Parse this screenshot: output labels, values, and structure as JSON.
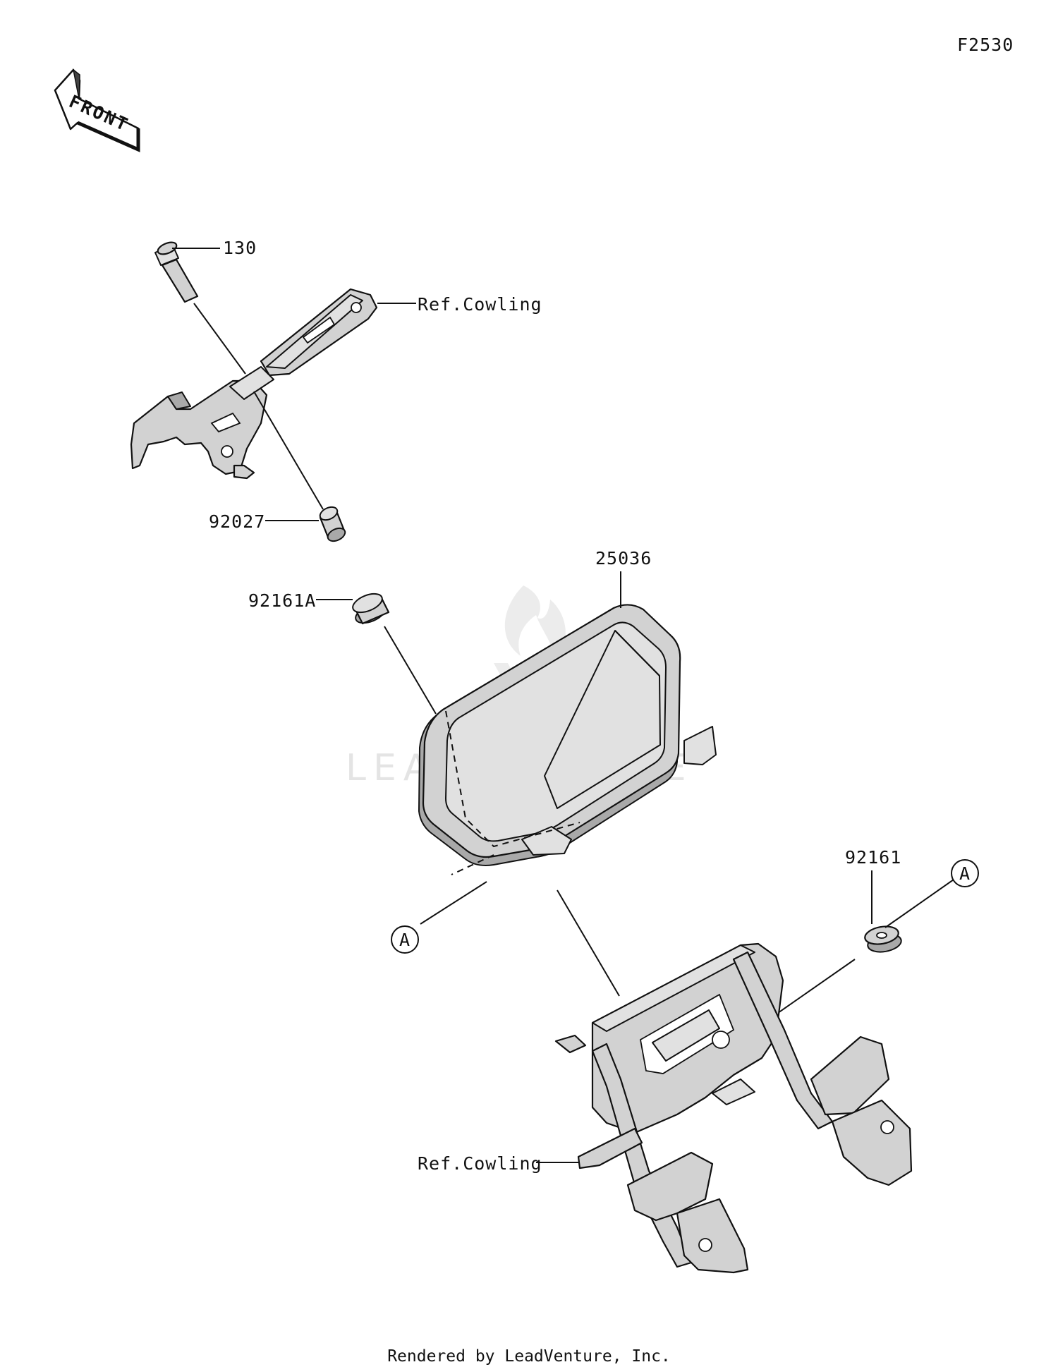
{
  "diagram_code": "F2530",
  "front_arrow_text": "FRONT",
  "labels": {
    "bolt": "130",
    "upper_ref": "Ref.Cowling",
    "collar": "92027",
    "grommet_a": "92161A",
    "meter": "25036",
    "grommet": "92161",
    "lower_ref": "Ref.Cowling"
  },
  "callout_letter_left": "A",
  "callout_letter_right": "A",
  "watermark": "LEADVENTURE",
  "footer": "Rendered by LeadVenture, Inc."
}
